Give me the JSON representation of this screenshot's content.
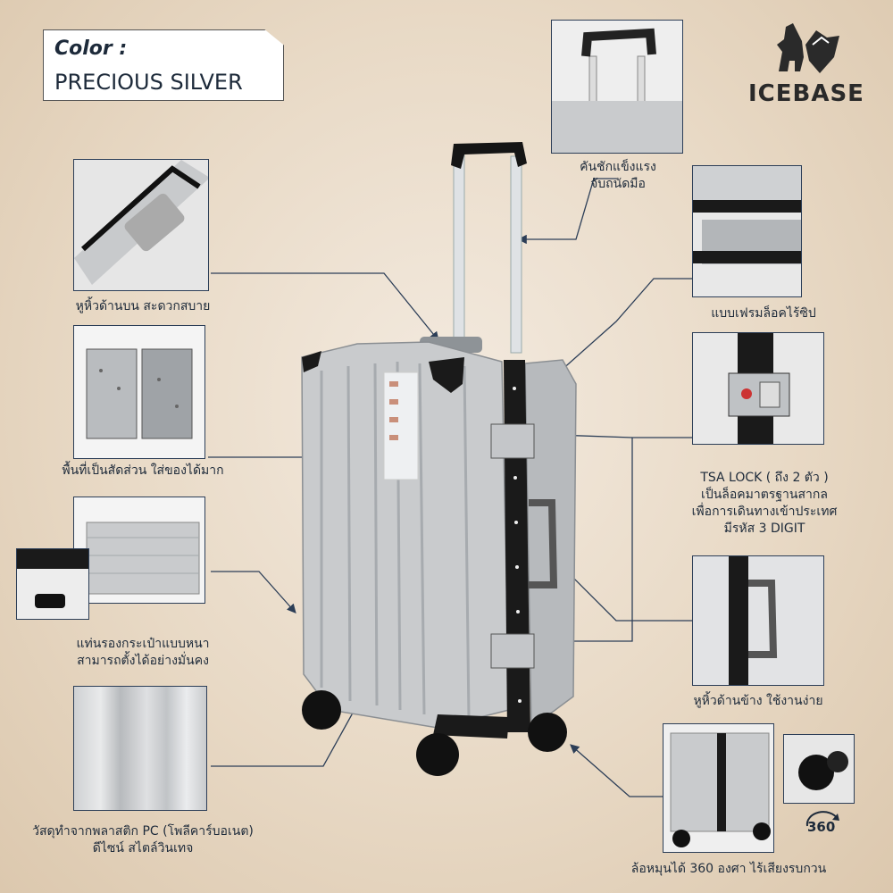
{
  "color_box": {
    "label": "Color :",
    "value": "PRECIOUS SILVER"
  },
  "brand": {
    "name": "ICEBASE"
  },
  "captions": {
    "handle_top": [
      "คันชักแข็งแรง",
      "จับถนัดมือ"
    ],
    "top_handle": [
      "หูหิ้วด้านบน สะดวกสบาย"
    ],
    "interior": [
      "พื้นที่เป็นสัดส่วน ใส่ของได้มาก"
    ],
    "feet": [
      "แท่นรองกระเป๋าแบบหนา",
      "สามารถตั้งได้อย่างมั่นคง"
    ],
    "material": [
      "วัสดุทำจากพลาสติก PC (โพลีคาร์บอเนต)",
      "ดีไซน์ สไตล์วินเทจ"
    ],
    "frame": [
      "แบบเฟรมล็อคไร้ซิป"
    ],
    "tsa": [
      "TSA LOCK ( ถึง 2 ตัว )",
      "เป็นล็อคมาตรฐานสากล",
      "เพื่อการเดินทางเข้าประเทศ",
      "มีรหัส 3 DIGIT"
    ],
    "side_handle": [
      "หูหิ้วด้านข้าง ใช้งานง่าย"
    ],
    "wheels": [
      "ล้อหมุนได้ 360 องศา ไร้เสียงรบกวน"
    ]
  },
  "badge_360": "360",
  "colors": {
    "line": "#2c3e57",
    "silver": "#c9cbcd",
    "frame": "#1a1a1a"
  }
}
